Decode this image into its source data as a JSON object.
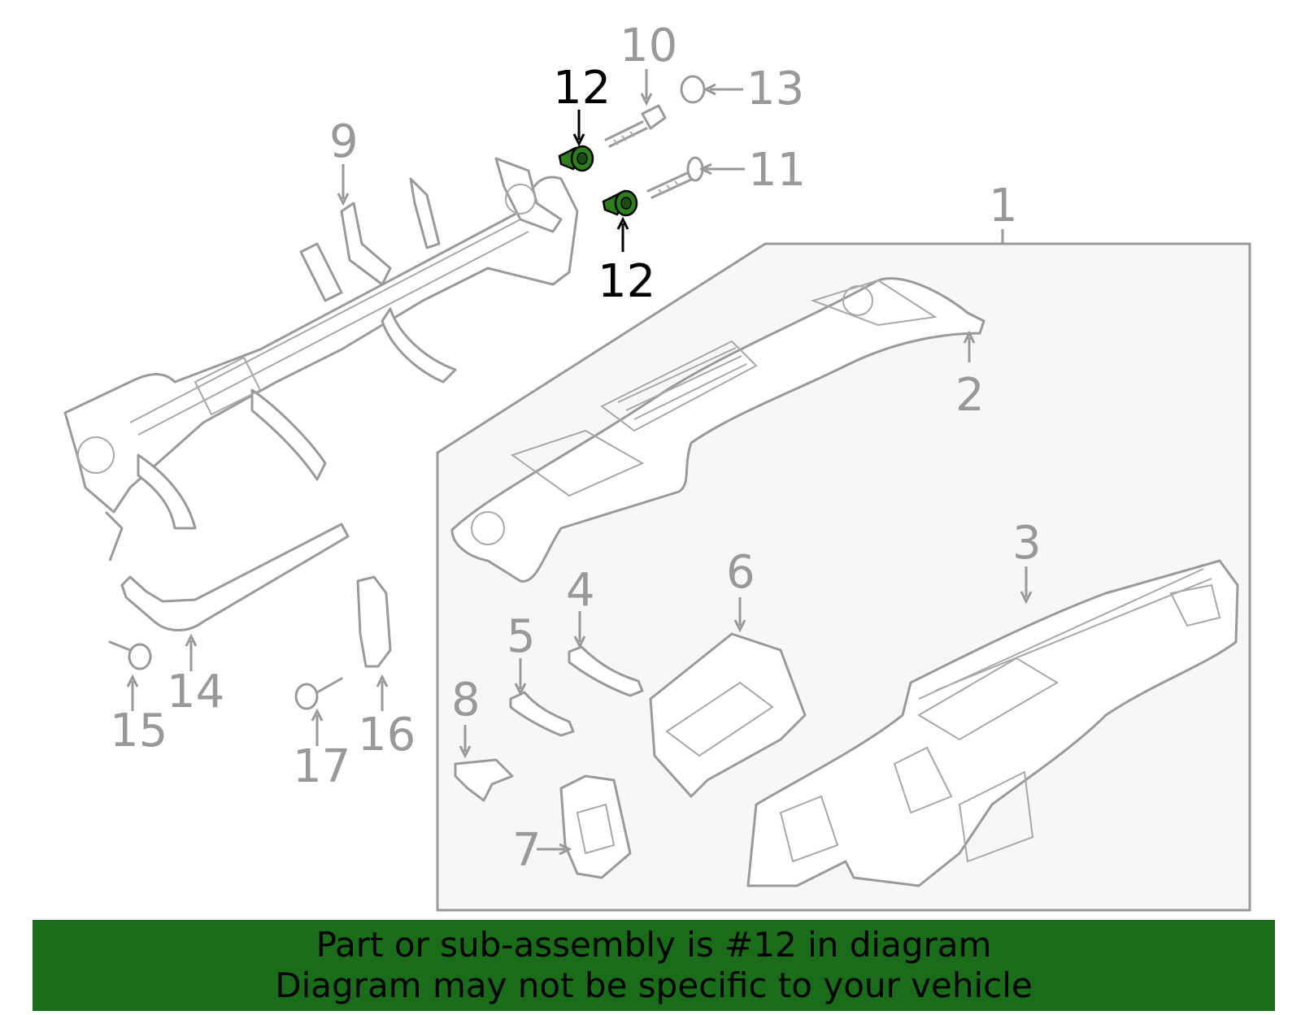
{
  "callouts": {
    "c1": "1",
    "c2": "2",
    "c3": "3",
    "c4": "4",
    "c5": "5",
    "c6": "6",
    "c7": "7",
    "c8": "8",
    "c9": "9",
    "c10": "10",
    "c11": "11",
    "c12a": "12",
    "c12b": "12",
    "c13": "13",
    "c14": "14",
    "c15": "15",
    "c16": "16",
    "c17": "17"
  },
  "highlight_part": "12",
  "colors": {
    "highlight_fill": "#2e7d1f",
    "banner_background": "#1a6b1a",
    "callout_gray": "#999999",
    "highlight_callout": "#000000"
  },
  "banner": {
    "line1": "Part or sub-assembly is #12 in diagram",
    "line2": "Diagram may not be specific to your vehicle"
  }
}
